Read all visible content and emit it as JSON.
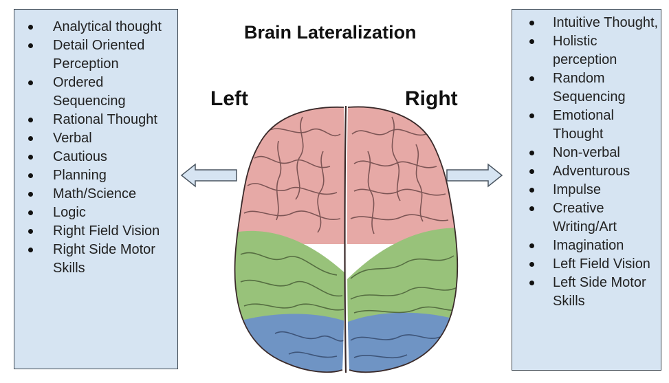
{
  "title": "Brain Lateralization",
  "left": {
    "label": "Left",
    "items": [
      "Analytical thought",
      "Detail Oriented Perception",
      "Ordered Sequencing",
      "Rational Thought",
      "Verbal",
      "Cautious",
      "Planning",
      "Math/Science",
      "Logic",
      "Right Field Vision",
      "Right Side Motor Skills"
    ]
  },
  "right": {
    "label": "Right",
    "items": [
      "Intuitive Thought,",
      "Holistic perception",
      "Random Sequencing",
      "Emotional Thought",
      "Non-verbal",
      "Adventurous",
      "Impulse",
      "Creative Writing/Art",
      "Imagination",
      "Left Field Vision",
      "Left Side Motor Skills"
    ]
  },
  "colors": {
    "panel_fill": "#d6e4f2",
    "frontal_lobe": "#e6a9a6",
    "middle_lobe": "#98c27a",
    "occipital_lobe": "#6f94c4",
    "arrow_fill": "#d6e4f2"
  }
}
